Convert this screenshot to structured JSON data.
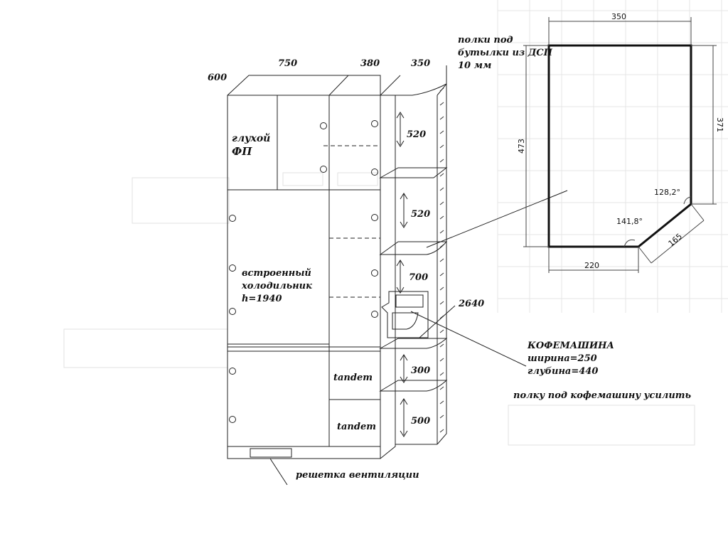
{
  "cabinet": {
    "dims_top": {
      "d600": "600",
      "d750": "750",
      "d380": "380",
      "d350": "350"
    },
    "label_gluhoy": "глухой",
    "label_fp": "ФП",
    "label_fridge_1": "встроенный",
    "label_fridge_2": "холодильник",
    "label_fridge_3": "h=1940",
    "label_tandem_1": "tandem",
    "label_tandem_2": "tandem",
    "shelf_dims": {
      "s520a": "520",
      "s520b": "520",
      "s700": "700",
      "s300": "300",
      "s500": "500"
    },
    "height_2640": "2640",
    "note_bottle_1": "полки под",
    "note_bottle_2": "бутылки из ДСП",
    "note_bottle_3": "10 мм",
    "vent_label": "решетка вентиляции"
  },
  "coffee": {
    "title": "КОФЕМАШИНА",
    "width": "ширина=250",
    "depth": "глубина=440",
    "note": "полку под кофемашину усилить"
  },
  "shelf_plan": {
    "top": "350",
    "left": "473",
    "right": "371",
    "bottom": "220",
    "diagonal": "165",
    "angle_a": "128,2°",
    "angle_b": "141,8°"
  }
}
